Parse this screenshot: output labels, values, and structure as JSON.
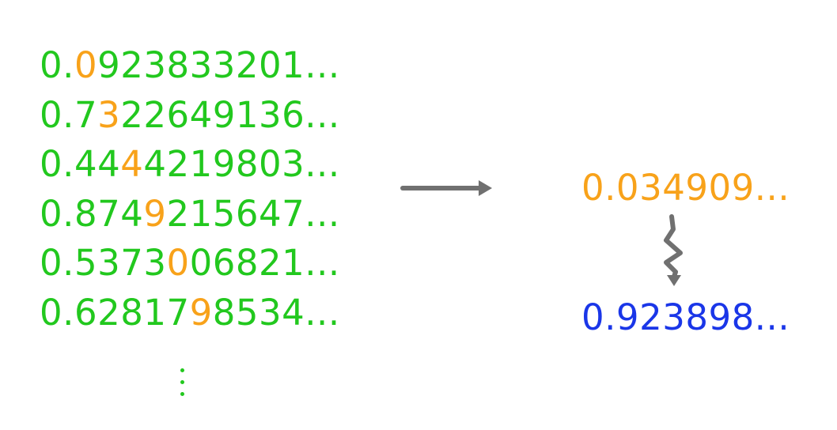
{
  "rows": [
    {
      "prefix": "0.",
      "before": "",
      "highlight": "0",
      "after": "923833201..."
    },
    {
      "prefix": "0.",
      "before": "7",
      "highlight": "3",
      "after": "22649136..."
    },
    {
      "prefix": "0.",
      "before": "44",
      "highlight": "4",
      "after": "4219803..."
    },
    {
      "prefix": "0.",
      "before": "874",
      "highlight": "9",
      "after": "215647..."
    },
    {
      "prefix": "0.",
      "before": "5373",
      "highlight": "0",
      "after": "06821..."
    },
    {
      "prefix": "0.",
      "before": "62817",
      "highlight": "9",
      "after": "8534..."
    }
  ],
  "diagonal_number": "0.034909...",
  "transformed_number": "0.923898...",
  "colors": {
    "list": "#22c81e",
    "diagonal_digit": "#f8a21a",
    "transformed": "#1a36e8",
    "arrow": "#707070"
  }
}
